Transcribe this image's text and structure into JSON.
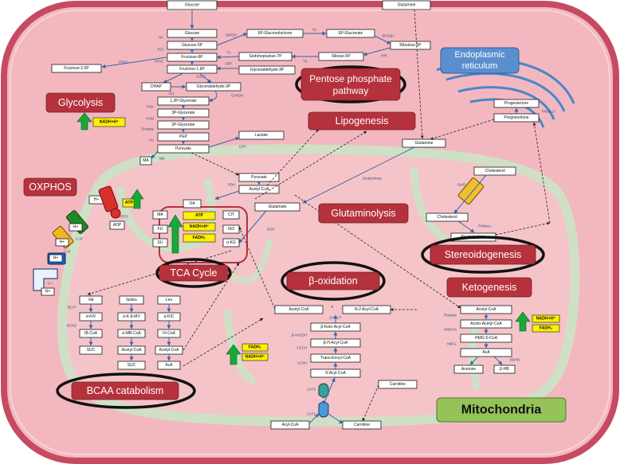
{
  "labels": {
    "glycolysis": "Glycolysis",
    "pentose_phosphate_pathway_line1": "Pentose phosphate",
    "pentose_phosphate_pathway_line2": "pathway",
    "lipogenesis": "Lipogenesis",
    "oxphos": "OXPHOS",
    "glutaminolysis": "Glutaminolysis",
    "stereoidogenesis": "Stereoidogenesis",
    "tca_cycle": "TCA Cycle",
    "beta_oxidation": "β-oxidation",
    "ketogenesis": "Ketogenesis",
    "bcaa_catabolism": "BCAA catabolism",
    "mitochondria": "Mitochondria",
    "endoplasmic_reticulum_line1": "Endoplasmic",
    "endoplasmic_reticulum_line2": "reticulum"
  },
  "glycolysis": {
    "glucose_in": "Glucose",
    "glucose": "Glucose",
    "g6p": "Glucose-6P",
    "f6p": "Fructose-6P",
    "f16bp": "Fructose-1,6P",
    "f26bp": "Fructose-2,6P",
    "dhap": "DHAP",
    "g3p": "Glyceraldehyde-3P",
    "bpg13": "1,3P-Glycerate",
    "pg3": "3P-Glycerate",
    "pg2": "2P-Glycerate",
    "pep": "PEP",
    "pyruvate": "Pyruvate",
    "lactate": "Lactate",
    "nadh": "NADH+H⁺",
    "enzymes": {
      "hk": "HK",
      "pgi": "PGI",
      "pfk1": "PFK1",
      "aldo": "ALDO",
      "pfk2": "PFK2",
      "tpi": "TPI",
      "gapdh": "GAPDH",
      "pgk": "PGK",
      "pgm": "PGM",
      "enolase": "Enolase",
      "pk": "PK",
      "ldh": "LDH",
      "me": "ME"
    }
  },
  "ppp": {
    "gluconolactone": "6P-Gluconolactone",
    "gluconate": "6P-Gluconate",
    "ribulose": "Ribulose-5P",
    "ribose": "Ribose-5P",
    "sedoheptulose": "Sedoheptulose-7P",
    "glyceraldehyde": "Glyceraldehyde-3P",
    "enzymes": {
      "g6pdh": "G6PDH",
      "gl": "GL",
      "6pgdh": "6PGDH",
      "rpi": "RPI",
      "ta": "TA",
      "tk": "TK",
      "fbp": "FBP"
    }
  },
  "mito": {
    "pyruvate": "Pyruvate",
    "acetyl_coa": "Acetyl-CoA",
    "pdh": "PDH",
    "ma_out": "MA",
    "glutamine_in": "Glutamine",
    "glutamine": "Glutamine",
    "glutaminase": "Glutaminase",
    "glutamate": "Glutamate",
    "gdh": "GDH",
    "cholesterol_out": "Cholesterol",
    "cholesterol_in": "Cholesterol",
    "star": "StAR",
    "p450scc": "P450scc",
    "pregnenolone_mito": "Pregnenolone",
    "progesterone": "Progesterone",
    "pregnenolone_er": "Pregnenolone",
    "p450c17": "P450c17"
  },
  "tca": {
    "oa": "OA",
    "ma": "MA",
    "fu": "FU",
    "su": "SU",
    "cit": "CIT",
    "iso": "ISO",
    "akg": "α-KG",
    "atp": "ATP",
    "nadh": "NADH+H⁺",
    "fadh2": "FADH₂"
  },
  "oxphos": {
    "hplus1": "H+",
    "hplus2": "H+",
    "hplus3": "H+",
    "hplus4": "H+",
    "hplus5": "H+",
    "atp": "ATP",
    "adp": "ADP",
    "atps": "ATPS",
    "c4": "C-IV",
    "c3": "C-III",
    "c2": "C-II",
    "c1": "C-I"
  },
  "bcaa": {
    "val": "Val",
    "isoleu": "Isoleu",
    "leu": "Leu",
    "akiv": "α-KIV",
    "akmv": "α-K-β-MV",
    "akic": "α-KIC",
    "ibcoa": "IB-CoA",
    "amb": "α-MB-CoA",
    "ivcoa": "IV-CoA",
    "suc1": "SUC",
    "acetylcoa": "Acetyl-CoA",
    "acetylcoa2": "Acetyl-CoA",
    "suc2": "SUC",
    "aca": "AcA",
    "bcat": "BCAT",
    "bckd": "BCKD"
  },
  "beta": {
    "acetyl_coa": "Acetyl-CoA",
    "n2acyl": "N-2 Acyl-CoA",
    "ketoacyl": "β-Keto-Acyl-CoA",
    "hacyl": "β-H-Acyl-CoA",
    "enoyl": "Trans-Enoyl-CoA",
    "nacyl": "N Acyl-CoA",
    "fadh2": "FADH₂",
    "nadh": "NADH+H⁺",
    "enzymes": {
      "kact": "β-KACT",
      "hacdh": "β-HACDH",
      "ech": "2-ECH",
      "acdh": "ACDH"
    },
    "cat1": "CAT1",
    "cat2": "CAT2",
    "carnitine_top": "Carnitine",
    "carnitine_bot": "Carnitine",
    "acylcoa_bot": "Acyl-CoA"
  },
  "keto": {
    "acetyl_coa": "Acetyl-CoA",
    "acetoacetyl": "Aceto-Acetyl-CoA",
    "hmgcoa": "HMG-S-CoA",
    "aca": "AcA",
    "acetone": "Acetone",
    "bhb": "β-HB",
    "nadh": "NADH+H⁺",
    "fadh2": "FADH₂",
    "enzymes": {
      "thiolase": "Thiolase",
      "hmgcs": "HMGCS",
      "hmgl": "HMGL",
      "bdh": "BDHD"
    }
  },
  "colors": {
    "cell_fill": "#f3b8bf",
    "cell_border": "#c64b62",
    "mito_fill": "#f5c4c8",
    "mito_membrane": "#cfe0c6",
    "label_fill": "#b5323c",
    "er_blue": "#4a86c9",
    "mito_label_fill": "#95c35a",
    "upregulated_arrow": "#18a83a",
    "cofactor_yellow": "#fff000"
  }
}
